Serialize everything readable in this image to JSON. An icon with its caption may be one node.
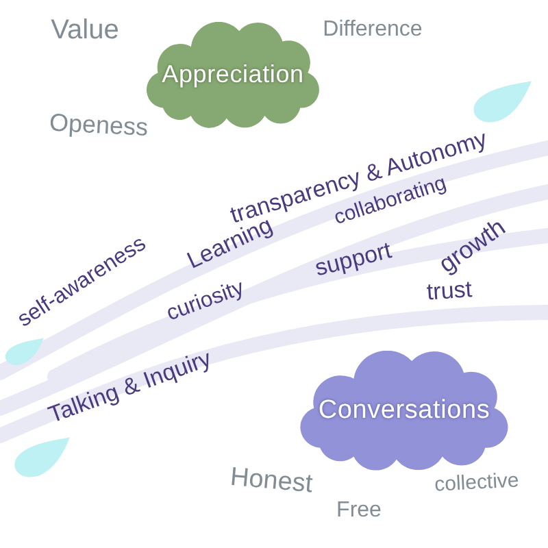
{
  "diagram": {
    "nodes": [
      {
        "text": [
          "Appreciation"
        ],
        "beside": [
          "Value",
          "Difference",
          "Openess"
        ]
      },
      {
        "text": [
          "Conversations"
        ],
        "beside": [
          "Honest",
          "Free",
          "collective"
        ]
      }
    ],
    "labels": [
      "transparency & Autonomy",
      "collaborating",
      "self-awareness",
      "Learning",
      "support",
      "growth",
      "curiosity",
      "trust",
      "Talking & Inquiry"
    ]
  }
}
